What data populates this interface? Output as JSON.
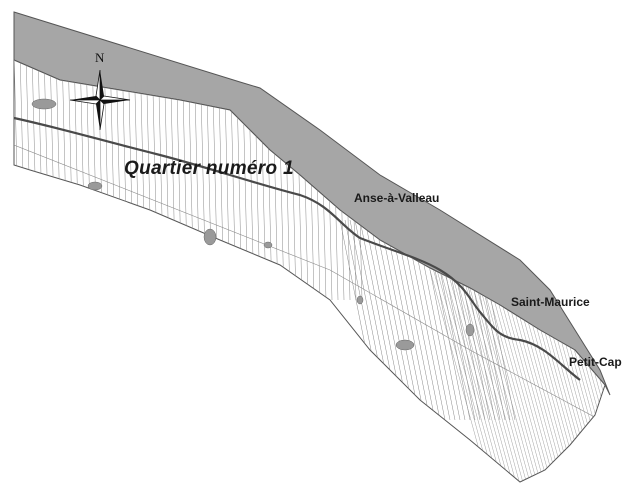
{
  "map": {
    "district_label": "Quartier numéro 1",
    "places": [
      {
        "id": "anse-a-valleau",
        "name": "Anse-à-Valleau"
      },
      {
        "id": "saint-maurice",
        "name": "Saint-Maurice"
      },
      {
        "id": "petit-cap",
        "name": "Petit-Cap"
      }
    ],
    "compass": {
      "north_letter": "N"
    },
    "colors": {
      "water": "#a6a6a6",
      "land": "#ffffff",
      "lot_lines": "#8a8a8a",
      "road": "#4a4a4a",
      "lakes": "#9a9a9a",
      "outline": "#555555"
    }
  }
}
